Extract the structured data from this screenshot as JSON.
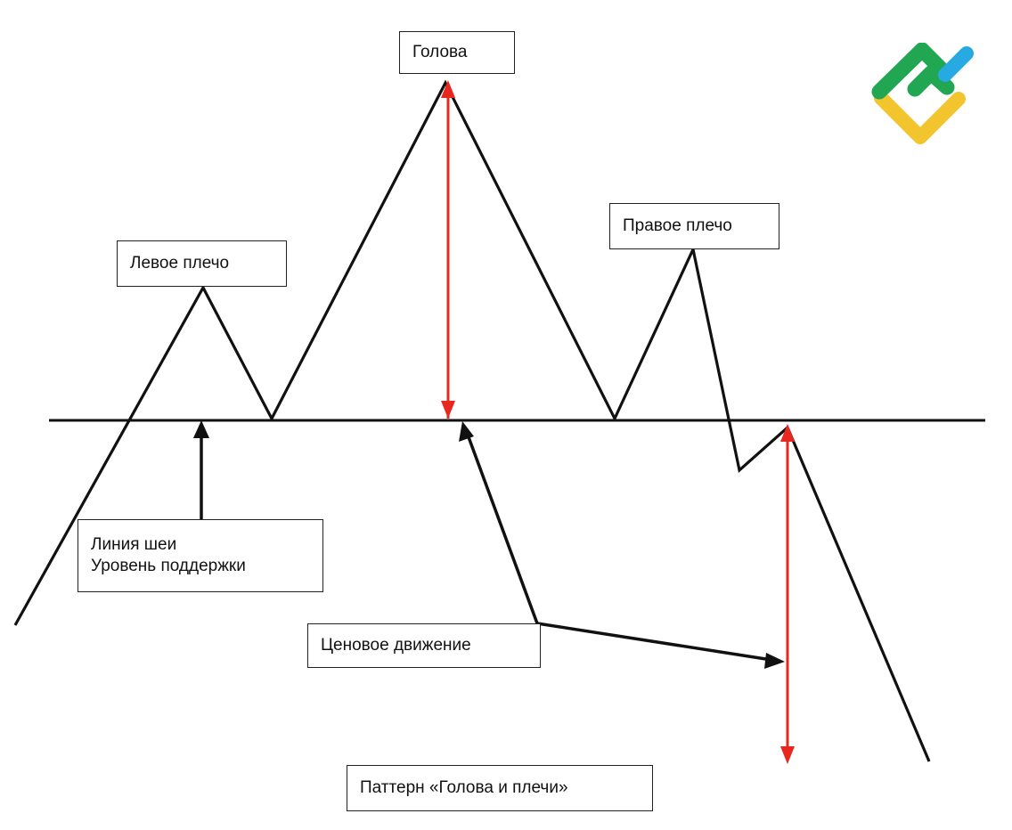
{
  "labels": {
    "head": "Голова",
    "left_shoulder": "Левое плечо",
    "right_shoulder": "Правое плечо",
    "neckline_line1": "Линия шеи",
    "neckline_line2": "Уровень поддержки",
    "price_movement": "Ценовое движение",
    "pattern_title": "Паттерн «Голова и плечи»"
  },
  "colors": {
    "line": "#111111",
    "arrow_red": "#e8281e",
    "logo_green": "#21a651",
    "logo_yellow": "#f2c52e",
    "logo_blue": "#27a9e1"
  },
  "logo": {
    "icon": "brand-logo-icon"
  }
}
